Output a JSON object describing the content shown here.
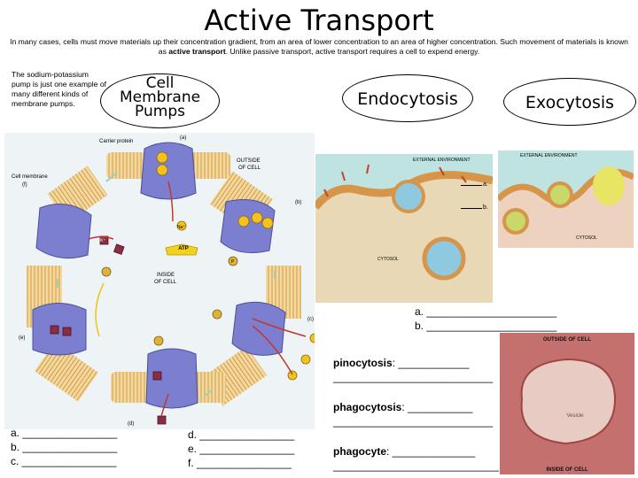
{
  "title": "Active Transport",
  "intro": {
    "before": "In many cases, cells must move materials up their concentration gradient, from an area of lower concentration to an area of higher concentration.  Such movement of materials is known as ",
    "bold": "active transport",
    "after": ".  Unlike passive transport, active transport requires a cell to expend energy."
  },
  "pump_note": "The sodium-potassium pump is just one example of many different kinds of membrane pumps.",
  "ovals": {
    "pumps": [
      "Cell",
      "Membrane",
      "Pumps"
    ],
    "endocytosis": "Endocytosis",
    "exocytosis": "Exocytosis"
  },
  "pump_figure": {
    "carrier_protein": "Carrier protein",
    "cell_membrane": "Cell membrane",
    "outside": [
      "OUTSIDE",
      "OF CELL"
    ],
    "inside": [
      "INSIDE",
      "OF CELL"
    ],
    "atp": "ATP",
    "p": "P",
    "na": "Na⁺",
    "k": "K⁺",
    "steps": [
      "(a)",
      "(b)",
      "(c)",
      "(d)",
      "(e)",
      "(f)"
    ]
  },
  "endo_figure": {
    "external": "EXTERNAL ENVIRONMENT",
    "cytosol": "CYTOSOL",
    "label_a": "a.",
    "label_b": "b."
  },
  "exo_figure": {
    "external": "EXTERNAL ENVIRONMENT",
    "cytosol": "CYTOSOL"
  },
  "micrograph": {
    "top": "OUTSIDE OF CELL",
    "bottom": "INSIDE OF CELL",
    "vesicle": "Vesicle"
  },
  "endo_answers": [
    "a. ______________________",
    "b. ______________________"
  ],
  "pump_answers_left": [
    "a. ________________",
    "b. ________________",
    "c. ________________"
  ],
  "pump_answers_right": [
    "d. ________________",
    "e. ________________",
    "f. ________________"
  ],
  "terms": [
    {
      "term": "pinocytosis",
      "blank": ": ____________",
      "line2": "___________________________"
    },
    {
      "term": "phagocytosis",
      "blank": ": ___________",
      "line2": "___________________________"
    },
    {
      "term": "phagocyte",
      "blank": ": ______________",
      "line2": "____________________________"
    }
  ]
}
